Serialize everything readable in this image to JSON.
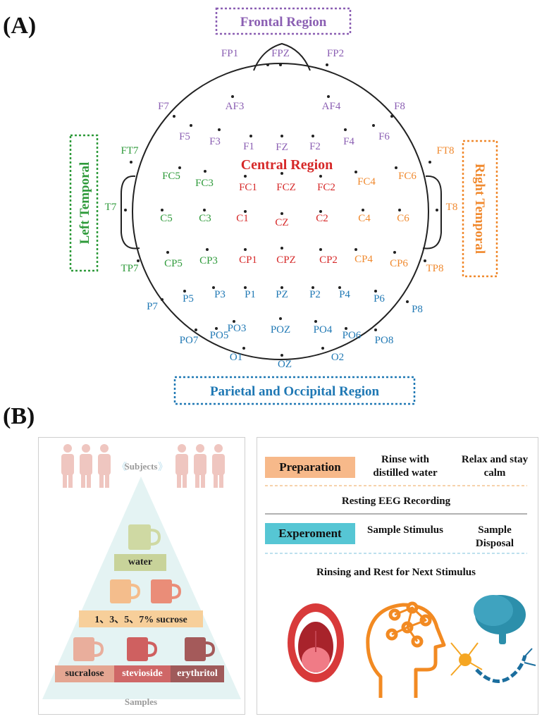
{
  "panel_a": {
    "label": "(A)",
    "regions": {
      "frontal": "Frontal Region",
      "central": "Central Region",
      "left_temporal": "Left Temporal",
      "right_temporal": "Right Temporal",
      "parietal_occipital": "Parietal and Occipital Region"
    },
    "colors": {
      "frontal": "#8b5fb3",
      "central": "#d62828",
      "left": "#2e9a3a",
      "right": "#f0892e",
      "parietal": "#1f78b4"
    },
    "electrodes": [
      {
        "name": "FP1",
        "region": "frontal"
      },
      {
        "name": "FPZ",
        "region": "frontal"
      },
      {
        "name": "FP2",
        "region": "frontal"
      },
      {
        "name": "F7",
        "region": "frontal"
      },
      {
        "name": "AF3",
        "region": "frontal"
      },
      {
        "name": "AF4",
        "region": "frontal"
      },
      {
        "name": "F8",
        "region": "frontal"
      },
      {
        "name": "F5",
        "region": "frontal"
      },
      {
        "name": "F3",
        "region": "frontal"
      },
      {
        "name": "F1",
        "region": "frontal"
      },
      {
        "name": "FZ",
        "region": "frontal"
      },
      {
        "name": "F2",
        "region": "frontal"
      },
      {
        "name": "F4",
        "region": "frontal"
      },
      {
        "name": "F6",
        "region": "frontal"
      },
      {
        "name": "FT7",
        "region": "left"
      },
      {
        "name": "FC5",
        "region": "left"
      },
      {
        "name": "FC3",
        "region": "left"
      },
      {
        "name": "T7",
        "region": "left"
      },
      {
        "name": "C5",
        "region": "left"
      },
      {
        "name": "C3",
        "region": "left"
      },
      {
        "name": "TP7",
        "region": "left"
      },
      {
        "name": "CP5",
        "region": "left"
      },
      {
        "name": "CP3",
        "region": "left"
      },
      {
        "name": "FC1",
        "region": "central"
      },
      {
        "name": "FCZ",
        "region": "central"
      },
      {
        "name": "FC2",
        "region": "central"
      },
      {
        "name": "C1",
        "region": "central"
      },
      {
        "name": "CZ",
        "region": "central"
      },
      {
        "name": "C2",
        "region": "central"
      },
      {
        "name": "CP1",
        "region": "central"
      },
      {
        "name": "CPZ",
        "region": "central"
      },
      {
        "name": "CP2",
        "region": "central"
      },
      {
        "name": "FT8",
        "region": "right"
      },
      {
        "name": "FC4",
        "region": "right"
      },
      {
        "name": "FC6",
        "region": "right"
      },
      {
        "name": "T8",
        "region": "right"
      },
      {
        "name": "C4",
        "region": "right"
      },
      {
        "name": "C6",
        "region": "right"
      },
      {
        "name": "TP8",
        "region": "right"
      },
      {
        "name": "CP4",
        "region": "right"
      },
      {
        "name": "CP6",
        "region": "right"
      },
      {
        "name": "P7",
        "region": "parietal"
      },
      {
        "name": "P5",
        "region": "parietal"
      },
      {
        "name": "P3",
        "region": "parietal"
      },
      {
        "name": "P1",
        "region": "parietal"
      },
      {
        "name": "PZ",
        "region": "parietal"
      },
      {
        "name": "P2",
        "region": "parietal"
      },
      {
        "name": "P4",
        "region": "parietal"
      },
      {
        "name": "P6",
        "region": "parietal"
      },
      {
        "name": "P8",
        "region": "parietal"
      },
      {
        "name": "PO7",
        "region": "parietal"
      },
      {
        "name": "PO5",
        "region": "parietal"
      },
      {
        "name": "PO3",
        "region": "parietal"
      },
      {
        "name": "POZ",
        "region": "parietal"
      },
      {
        "name": "PO4",
        "region": "parietal"
      },
      {
        "name": "PO6",
        "region": "parietal"
      },
      {
        "name": "PO8",
        "region": "parietal"
      },
      {
        "name": "O1",
        "region": "parietal"
      },
      {
        "name": "OZ",
        "region": "parietal"
      },
      {
        "name": "O2",
        "region": "parietal"
      }
    ]
  },
  "panel_b": {
    "label": "(B)",
    "left": {
      "subjects": "Subjects",
      "samples": "Samples",
      "water": "water",
      "sucrose": "1、3、5、7% sucrose",
      "sweeteners": [
        "sucralose",
        "stevioside",
        "erythritol"
      ]
    },
    "right": {
      "preparation": "Preparation",
      "rinse": "Rinse with distilled water",
      "relax": "Relax and stay calm",
      "resting": "Resting EEG Recording",
      "experiment": "Experoment",
      "sample_stimulus": "Sample Stimulus",
      "sample_disposal": "Sample Disposal",
      "rinsing": "Rinsing and Rest for Next Stimulus"
    }
  }
}
